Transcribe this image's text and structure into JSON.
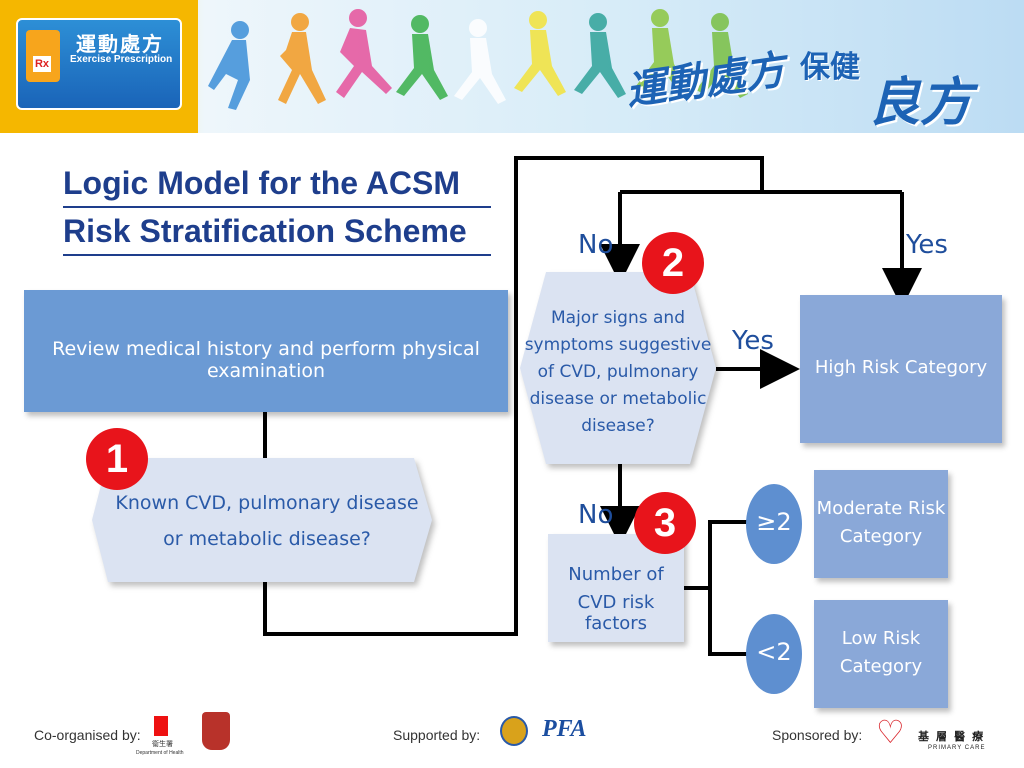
{
  "banner": {
    "logo_cn": "運動處方",
    "logo_en": "Exercise Prescription",
    "logo_rx": "Rx",
    "slogan_cn_1": "運動處方",
    "slogan_cn_2": "保健",
    "slogan_cn_3": "良方"
  },
  "title": {
    "line1": "Logic Model for the ACSM",
    "line2": "Risk Stratification Scheme"
  },
  "flow": {
    "review": "Review medical history and perform physical examination",
    "known_cvd_line1": "Known CVD, pulmonary disease",
    "known_cvd_line2": "or metabolic disease?",
    "major_signs_line1": "Major signs and",
    "major_signs_line2": "symptoms suggestive",
    "major_signs_line3": "of CVD, pulmonary",
    "major_signs_line4": "disease or metabolic",
    "major_signs_line5": "disease?",
    "high_risk": "High Risk Category",
    "risk_factors_line1": "Number of",
    "risk_factors_line2": "CVD risk factors",
    "moderate_line1": "Moderate Risk",
    "moderate_line2": "Category",
    "low_line1": "Low Risk",
    "low_line2": "Category",
    "ge2": "≥2",
    "lt2": "<2",
    "label_no_top": "No",
    "label_yes_top": "Yes",
    "label_yes_mid": "Yes",
    "label_no_mid": "No",
    "badge1": "1",
    "badge2": "2",
    "badge3": "3"
  },
  "footer": {
    "coorganised": "Co-organised by:",
    "doh_cn": "衞生署",
    "doh_en": "Department of Health",
    "supported": "Supported by:",
    "sponsored": "Sponsored by:",
    "primary_care_cn": "基 層 醫 療",
    "primary_care_en": "PRIMARY CARE"
  },
  "colors": {
    "title": "#1e3e8c",
    "box_dark": "#6b9ad4",
    "box_light": "#dbe3f2",
    "box_mid": "#8aa8d8",
    "badge": "#e8141b",
    "label": "#1f4e9c"
  }
}
